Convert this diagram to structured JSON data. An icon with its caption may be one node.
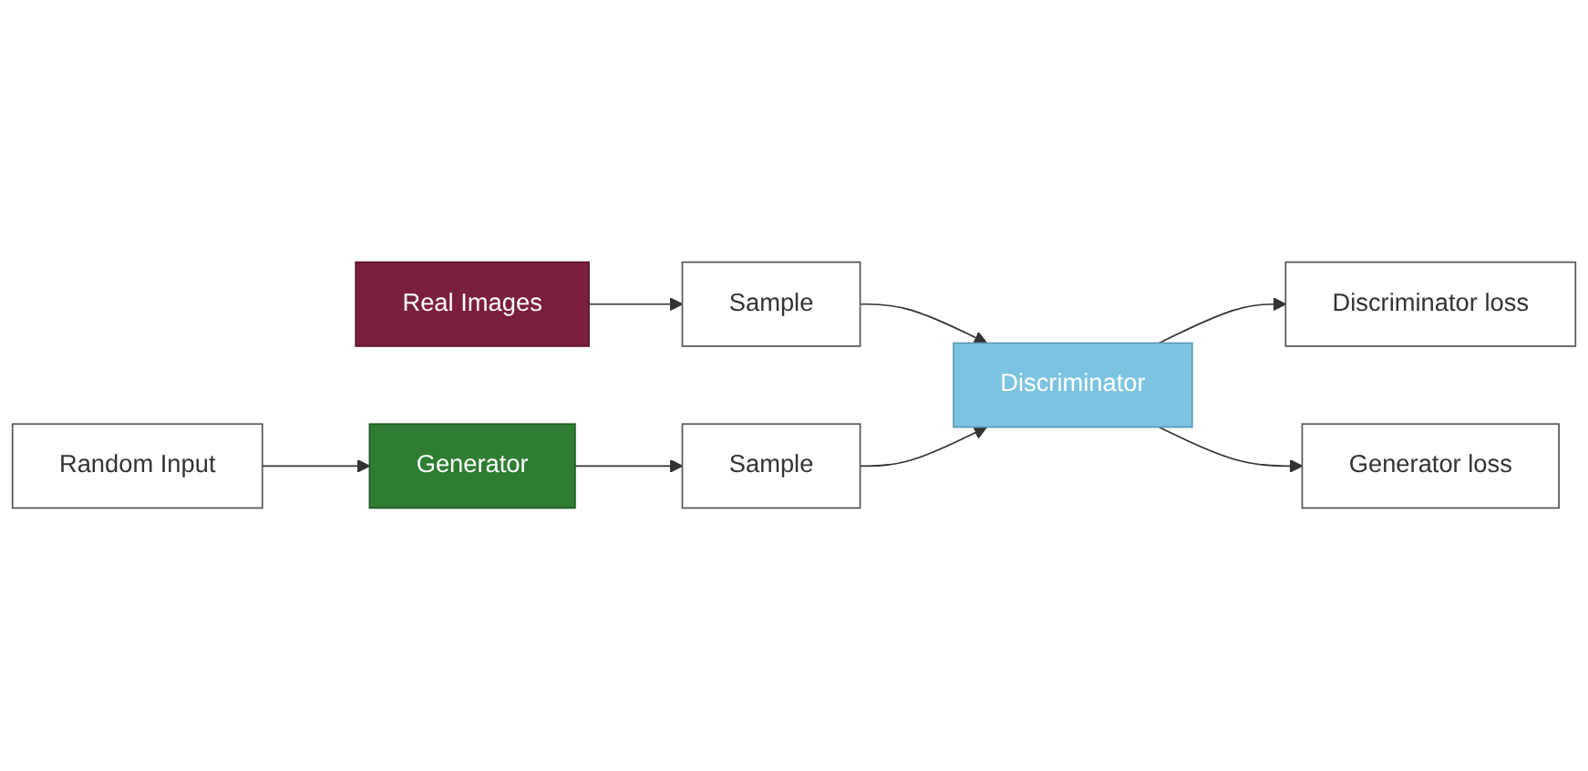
{
  "diagram": {
    "nodes": [
      {
        "text": [
          "Real Images"
        ]
      },
      {
        "text": [
          "Sample"
        ]
      },
      {
        "text": [
          "Discriminator"
        ]
      },
      {
        "text": [
          "Discriminator loss"
        ]
      },
      {
        "text": [
          "Random Input"
        ]
      },
      {
        "text": [
          "Generator"
        ]
      },
      {
        "text": [
          "Sample"
        ]
      },
      {
        "text": [
          "Generator loss"
        ]
      }
    ],
    "edges": [
      {
        "from": 0,
        "to": 1,
        "arrow": "to"
      },
      {
        "from": 1,
        "to": 2,
        "arrow": "to"
      },
      {
        "from": 2,
        "to": 3,
        "arrow": "to"
      },
      {
        "from": 4,
        "to": 5,
        "arrow": "to"
      },
      {
        "from": 5,
        "to": 6,
        "arrow": "to"
      },
      {
        "from": 6,
        "to": 2,
        "arrow": "to"
      },
      {
        "from": 2,
        "to": 7,
        "arrow": "to"
      }
    ]
  }
}
